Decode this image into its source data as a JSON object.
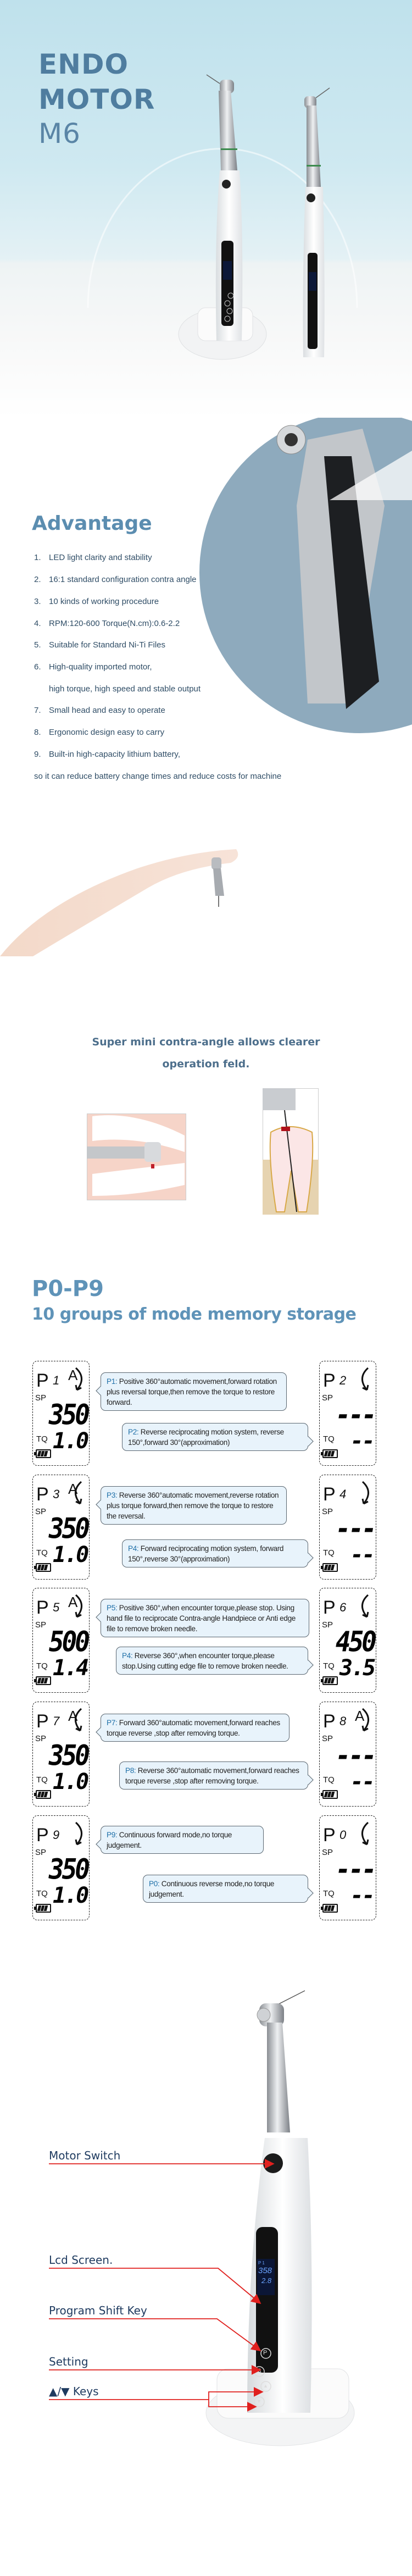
{
  "hero": {
    "title_line1": "ENDO",
    "title_line2": "MOTOR",
    "model": "M6",
    "lcd_speed": "358",
    "lcd_torque": "2.8",
    "lcd_program": "P 1"
  },
  "advantage": {
    "title": "Advantage",
    "items": [
      {
        "num": "1.",
        "text": "LED light clarity and stability"
      },
      {
        "num": "2.",
        "text": "16:1 standard configuration contra angle"
      },
      {
        "num": "3.",
        "text": "10 kinds of working procedure"
      },
      {
        "num": "4.",
        "text": "RPM:120-600   Torque(N.cm):0.6-2.2"
      },
      {
        "num": "5.",
        "text": "Suitable for Standard Ni-Ti Files"
      },
      {
        "num": "6.",
        "text": "High-quality imported motor,"
      },
      {
        "num": "",
        "text": "high torque, high speed and stable output"
      },
      {
        "num": "7.",
        "text": "Small head and easy to operate"
      },
      {
        "num": "8.",
        "text": "Ergonomic design easy to carry"
      },
      {
        "num": "9.",
        "text": "Built-in high-capacity lithium battery,"
      }
    ],
    "footer": "so it can reduce battery change times and reduce costs for machine"
  },
  "mini": {
    "line1": "Super mini contra-angle allows clearer",
    "line2": "operation feld."
  },
  "modes": {
    "title": "P0-P9",
    "subtitle": "10 groups of mode memory storage",
    "sp_label": "SP",
    "tq_label": "TQ",
    "displays": [
      {
        "p": "P",
        "n": "1",
        "auto": "A",
        "sp": "350",
        "tq": "1.0",
        "side": "left"
      },
      {
        "p": "P",
        "n": "2",
        "auto": "",
        "sp": "---",
        "tq": "--",
        "side": "right"
      },
      {
        "p": "P",
        "n": "3",
        "auto": "A",
        "sp": "350",
        "tq": "1.0",
        "side": "left"
      },
      {
        "p": "P",
        "n": "4",
        "auto": "",
        "sp": "---",
        "tq": "--",
        "side": "right"
      },
      {
        "p": "P",
        "n": "5",
        "auto": "A",
        "sp": "500",
        "tq": "1.4",
        "side": "left"
      },
      {
        "p": "P",
        "n": "6",
        "auto": "",
        "sp": "450",
        "tq": "3.5",
        "side": "right"
      },
      {
        "p": "P",
        "n": "7",
        "auto": "A",
        "sp": "350",
        "tq": "1.0",
        "side": "left"
      },
      {
        "p": "P",
        "n": "8",
        "auto": "A",
        "sp": "---",
        "tq": "--",
        "side": "right"
      },
      {
        "p": "P",
        "n": "9",
        "auto": "",
        "sp": "350",
        "tq": "1.0",
        "side": "left"
      },
      {
        "p": "P",
        "n": "0",
        "auto": "",
        "sp": "---",
        "tq": "--",
        "side": "right"
      }
    ],
    "descriptions": [
      {
        "label": "P1:",
        "text": "Positive 360°automatic movement,forward rotation plus reversal torque,then remove the torque to restore forward."
      },
      {
        "label": "P2:",
        "text": "Reverse reciprocating motion system, reverse 150°,forward 30°(approximation)"
      },
      {
        "label": "P3:",
        "text": "Reverse 360°automatic movement,reverse rotation plus torque forward,then remove the torque to restore the reversal."
      },
      {
        "label": "P4:",
        "text": "Forward reciprocating motion system, forward 150°,reverse 30°(approximation)"
      },
      {
        "label": "P5:",
        "text": "Positive 360°,when encounter torque,please stop. Using hand file to reciprocate Contra-angle Handpiece or Anti edge file to remove broken needle."
      },
      {
        "label": "P4:",
        "text": "Reverse 360°,when encounter torque,please stop.Using cutting edge file to remove broken needle."
      },
      {
        "label": "P7:",
        "text": "Forward 360°automatic movement,forward reaches torque reverse ,stop after removing torque."
      },
      {
        "label": "P8:",
        "text": "Reverse 360°automatic movement,forward reaches torque reverse ,stop after removing torque."
      },
      {
        "label": "P9:",
        "text": "Continuous forward mode,no torque judgement."
      },
      {
        "label": "P0:",
        "text": "Continuous reverse mode,no torque judgement."
      }
    ]
  },
  "parts": {
    "motor_switch": "Motor Switch",
    "lcd_screen": "Lcd Screen.",
    "program_shift_key": "Program Shift Key",
    "setting": "Setting",
    "keys": "▲/▼ Keys",
    "lcd_program": "P 1",
    "lcd_speed": "358",
    "lcd_torque": "2.8",
    "button_p": "P",
    "button_s": "S"
  },
  "colors": {
    "accent": "#5f93b8",
    "heading": "#4f7d9f",
    "callout_line": "#e0201e",
    "bubble_fill": "#e8f3fb",
    "circle": "#8eaabd"
  }
}
